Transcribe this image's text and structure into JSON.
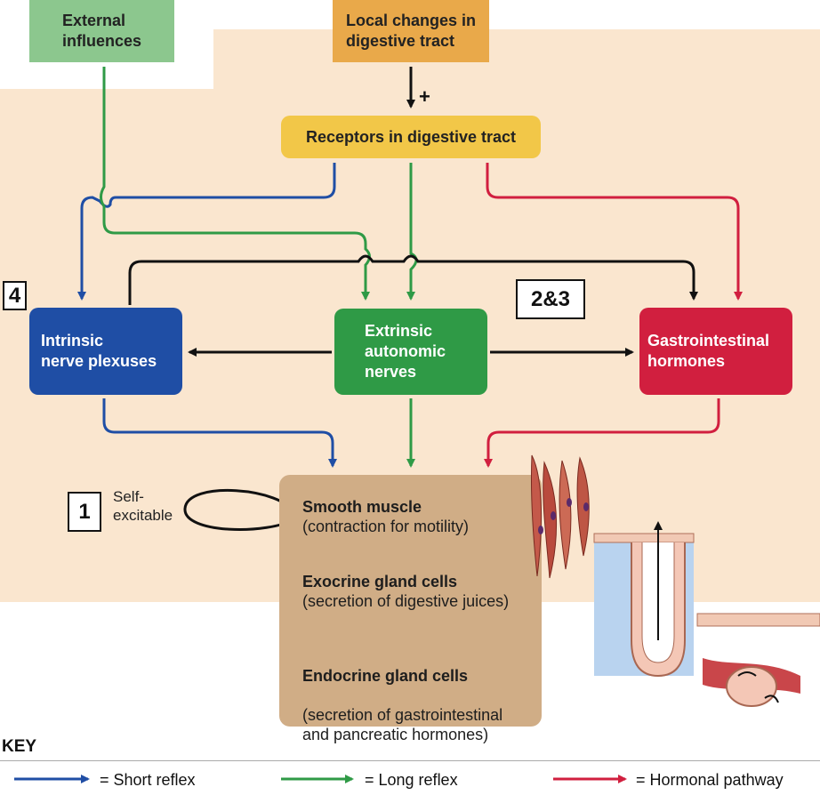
{
  "nodes": {
    "external": "External\ninfluences",
    "local": "Local changes in\ndigestive tract",
    "receptors": "Receptors in digestive tract",
    "intrinsic": "Intrinsic\nnerve plexuses",
    "autonomic": "Extrinsic\nautonomic\nnerves",
    "gi_hormones": "Gastrointestinal\nhormones"
  },
  "plus_sign": "+",
  "effectors": [
    {
      "title": "Smooth muscle",
      "detail": "(contraction for motility)"
    },
    {
      "title": "Exocrine gland cells",
      "detail": "(secretion of digestive juices)"
    },
    {
      "title": "Endocrine gland cells",
      "detail": "(secretion of gastrointestinal\nand pancreatic hormones)"
    }
  ],
  "markers": {
    "four": "4",
    "two_three": "2&3",
    "one": "1"
  },
  "self_excitable": "Self-\nexcitable",
  "key": {
    "title": "KEY",
    "short_reflex": "= Short reflex",
    "long_reflex": "= Long reflex",
    "hormonal": "= Hormonal pathway"
  },
  "colors": {
    "background_panel": "#fae6cf",
    "short_reflex": "#1f4ea5",
    "long_reflex": "#2f9a46",
    "hormonal": "#d11f3f",
    "neutral_arrow": "#111111"
  }
}
